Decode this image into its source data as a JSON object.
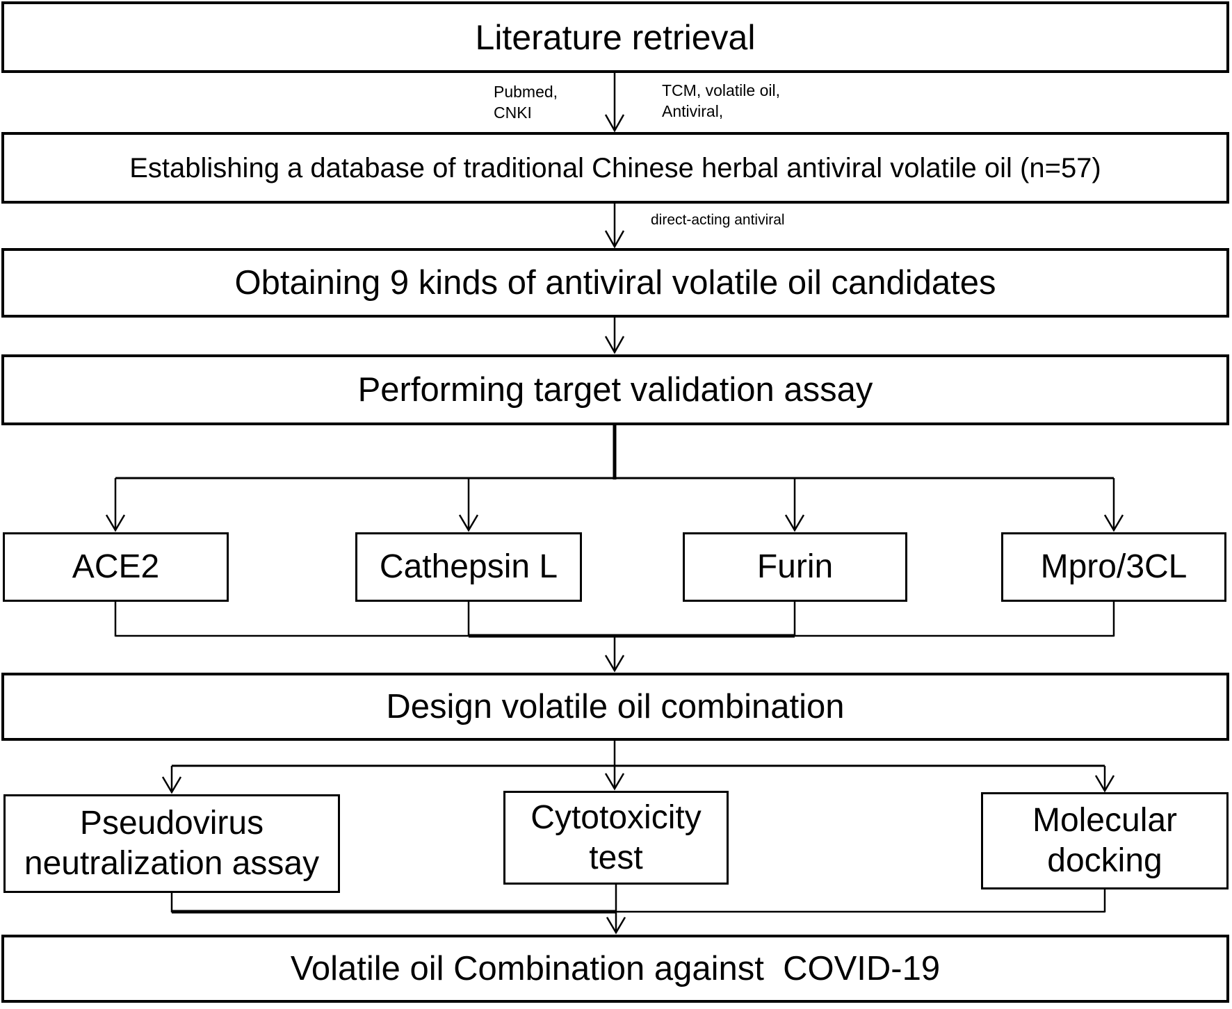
{
  "diagram": {
    "colors": {
      "background": "#ffffff",
      "line": "#000000",
      "text": "#000000"
    },
    "nodes": {
      "literature": {
        "label": "Literature retrieval"
      },
      "database": {
        "label": "Establishing a database of traditional Chinese herbal antiviral volatile oil (n=57)"
      },
      "candidates": {
        "label": "Obtaining 9 kinds of antiviral volatile oil candidates"
      },
      "validation": {
        "label": "Performing target validation assay"
      },
      "ace2": {
        "label": "ACE2"
      },
      "cathepsin": {
        "label": "Cathepsin L"
      },
      "furin": {
        "label": "Furin"
      },
      "mpro": {
        "label": "Mpro/3CL"
      },
      "design": {
        "label": "Design volatile oil combination"
      },
      "pseudovirus": {
        "label": "Pseudovirus\nneutralization assay"
      },
      "cytotoxicity": {
        "label": "Cytotoxicity\ntest"
      },
      "docking": {
        "label": "Molecular\ndocking"
      },
      "outcome": {
        "label": "Volatile oil Combination against  COVID-19"
      }
    },
    "edge_labels": {
      "sources": "Pubmed,\nCNKI",
      "keywords": "TCM, volatile oil,\nAntiviral,",
      "filter": "direct-acting antiviral"
    }
  }
}
